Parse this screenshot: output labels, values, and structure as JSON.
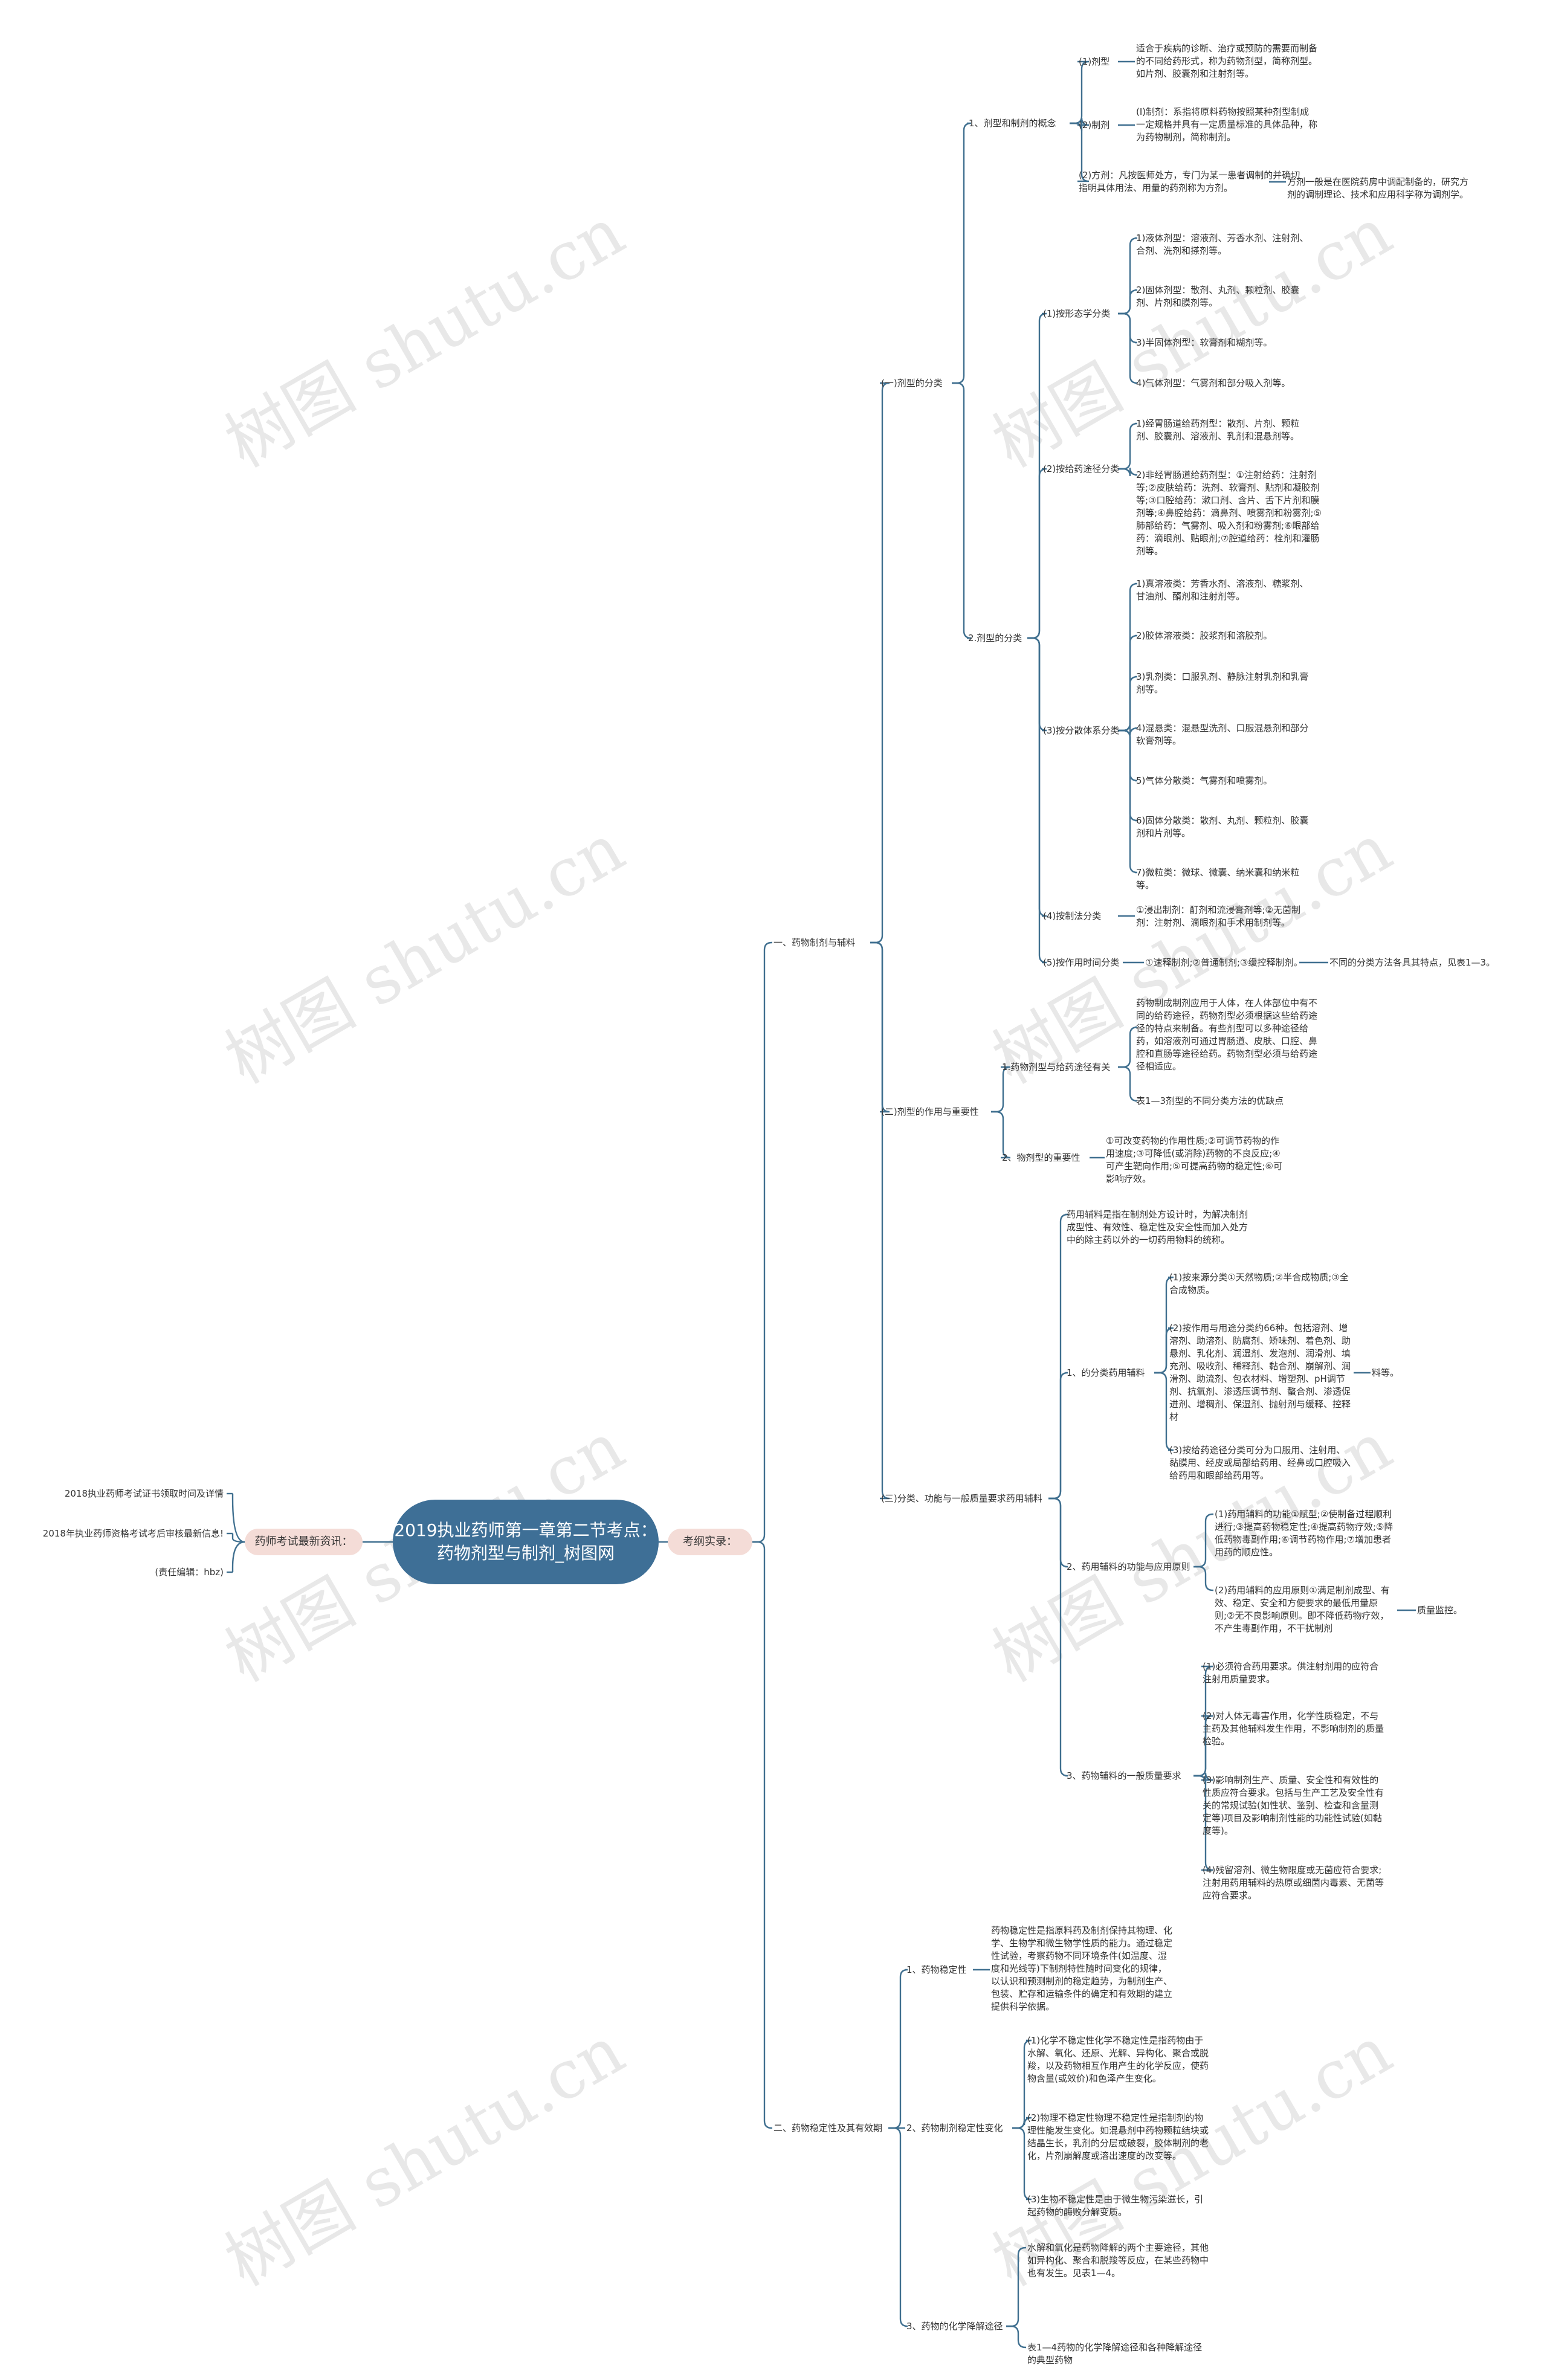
{
  "root": {
    "title": "2019执业药师第一章第二节考点：药物剂型与制剂_树图网"
  },
  "left": {
    "news_label": "药师考试最新资讯：",
    "news_items": [
      "2018执业药师考试证书领取时间及详情",
      "2018年执业药师资格考试考后审核最新信息!",
      "(责任编辑：hbz)"
    ]
  },
  "right": {
    "outline_label": "考纲实录："
  },
  "sec1": {
    "title": "一、药物制剂与辅料",
    "a": {
      "title": "(一)剂型的分类",
      "c1": {
        "title": "1、剂型和制剂的概念",
        "jixing": {
          "label": "(1)剂型",
          "text": "适合于疾病的诊断、治疗或预防的需要而制备的不同给药形式，称为药物剂型，简称剂型。如片剂、胶囊剂和注射剂等。"
        },
        "zhiji": {
          "label": "(2)制剂",
          "text": "(I)制剂：系指将原料药物按照某种剂型制成一定规格并具有一定质量标准的具体品种，称为药物制剂，简称制剂。"
        },
        "fangji": {
          "text": "(2)方剂：凡按医师处方，专门为某一患者调制的并确切指明具体用法、用量的药剂称为方剂。",
          "note": "方剂一般是在医院药房中调配制备的，研究方剂的调制理论、技术和应用科学称为调剂学。"
        }
      },
      "c2": {
        "title": "2.剂型的分类",
        "by_form": {
          "label": "(1)按形态学分类",
          "items": [
            "1)液体剂型：溶液剂、芳香水剂、注射剂、合剂、洗剂和搽剂等。",
            "2)固体剂型：散剂、丸剂、颗粒剂、胶囊剂、片剂和膜剂等。",
            "3)半固体剂型：软膏剂和糊剂等。",
            "4)气体剂型：气雾剂和部分吸入剂等。"
          ]
        },
        "by_route": {
          "label": "(2)按给药途径分类",
          "items": [
            "1)经胃肠道给药剂型：散剂、片剂、颗粒剂、胶囊剂、溶液剂、乳剂和混悬剂等。",
            "2)非经胃肠道给药剂型：①注射给药：注射剂等;②皮肤给药：洗剂、软膏剂、贴剂和凝胶剂等;③口腔给药：漱口剂、含片、舌下片剂和膜剂等;④鼻腔给药：滴鼻剂、喷雾剂和粉雾剂;⑤肺部给药：气雾剂、吸入剂和粉雾剂;⑥眼部给药：滴眼剂、贴眼剂;⑦腔道给药：栓剂和灌肠剂等。"
          ]
        },
        "by_disperse": {
          "label": "(3)按分散体系分类",
          "items": [
            "1)真溶液类：芳香水剂、溶液剂、糖浆剂、甘油剂、醑剂和注射剂等。",
            "2)胶体溶液类：胶浆剂和溶胶剂。",
            "3)乳剂类：口服乳剂、静脉注射乳剂和乳膏剂等。",
            "4)混悬类：混悬型洗剂、口服混悬剂和部分软膏剂等。",
            "5)气体分散类：气雾剂和喷雾剂。",
            "6)固体分散类：散剂、丸剂、颗粒剂、胶囊剂和片剂等。",
            "7)微粒类：微球、微囊、纳米囊和纳米粒等。"
          ]
        },
        "by_method": {
          "label": "(4)按制法分类",
          "text": "①浸出制剂：酊剂和流浸膏剂等;②无菌制剂：注射剂、滴眼剂和手术用制剂等。"
        },
        "by_action": {
          "label": "(5)按作用时间分类",
          "text": "①速释制剂;②普通制剂;③缓控释制剂。",
          "note": "不同的分类方法各具其特点，见表1—3。"
        }
      }
    },
    "b": {
      "title": "(二)剂型的作用与重要性",
      "c1": {
        "title": "1.药物剂型与给药途径有关",
        "text": "药物制成制剂应用于人体，在人体部位中有不同的给药途径，药物剂型必须根据这些给药途径的特点来制备。有些剂型可以多种途径给药，如溶液剂可通过胃肠道、皮肤、口腔、鼻腔和直肠等途径给药。药物剂型必须与给药途径相适应。",
        "table": "表1—3剂型的不同分类方法的优缺点"
      },
      "c2": {
        "title": "2、物剂型的重要性",
        "text": "①可改变药物的作用性质;②可调节药物的作用速度;③可降低(或消除)药物的不良反应;④可产生靶向作用;⑤可提高药物的稳定性;⑥可影响疗效。"
      }
    },
    "c": {
      "title": "(三)分类、功能与一般质量要求药用辅料",
      "intro": "药用辅料是指在制剂处方设计时，为解决制剂成型性、有效性、稳定性及安全性而加入处方中的除主药以外的一切药用物料的统称。",
      "c1": {
        "title": "1、的分类药用辅料",
        "items": [
          "(1)按来源分类①天然物质;②半合成物质;③全合成物质。",
          "(2)按作用与用途分类约66种。包括溶剂、增溶剂、助溶剂、防腐剂、矫味剂、着色剂、助悬剂、乳化剂、润湿剂、发泡剂、润滑剂、填充剂、吸收剂、稀释剂、黏合剂、崩解剂、润滑剂、助流剂、包衣材料、增塑剂、pH调节剂、抗氧剂、渗透压调节剂、螯合剂、渗透促进剂、增稠剂、保湿剂、抛射剂与缓释、控释材",
          "(3)按给药途径分类可分为口服用、注射用、黏膜用、经皮或局部给药用、经鼻或口腔吸入给药用和眼部给药用等。"
        ],
        "tail": "料等。"
      },
      "c2": {
        "title": "2、药用辅料的功能与应用原则",
        "items": [
          "(1)药用辅料的功能①赋型;②使制备过程顺利进行;③提高药物稳定性;④提高药物疗效;⑤降低药物毒副作用;⑥调节药物作用;⑦增加患者用药的顺应性。",
          "(2)药用辅料的应用原则①满足制剂成型、有效、稳定、安全和方便要求的最低用量原则;②无不良影响原则。即不降低药物疗效，不产生毒副作用，不干扰制剂"
        ],
        "tail": "质量监控。"
      },
      "c3": {
        "title": "3、药物辅料的一般质量要求",
        "items": [
          "(1)必须符合药用要求。供注射剂用的应符合注射用质量要求。",
          "(2)对人体无毒害作用，化学性质稳定，不与主药及其他辅料发生作用，不影响制剂的质量检验。",
          "(3)影响制剂生产、质量、安全性和有效性的性质应符合要求。包括与生产工艺及安全性有关的常规试验(如性状、鉴别、检查和含量测定等)项目及影响制剂性能的功能性试验(如黏度等)。",
          "(4)残留溶剂、微生物限度或无菌应符合要求;注射用药用辅料的热原或细菌内毒素、无菌等应符合要求。"
        ]
      }
    }
  },
  "sec2": {
    "title": "二、药物稳定性及其有效期",
    "c1": {
      "title": "1、药物稳定性",
      "text": "药物稳定性是指原料药及制剂保持其物理、化学、生物学和微生物学性质的能力。通过稳定性试验，考察药物不同环境条件(如温度、湿度和光线等)下制剂特性随时间变化的规律，以认识和预测制剂的稳定趋势，为制剂生产、包装、贮存和运输条件的确定和有效期的建立提供科学依据。"
    },
    "c2": {
      "title": "2、药物制剂稳定性变化",
      "items": [
        "(1)化学不稳定性化学不稳定性是指药物由于水解、氧化、还原、光解、异构化、聚合或脱羧，以及药物相互作用产生的化学反应，使药物含量(或效价)和色泽产生变化。",
        "(2)物理不稳定性物理不稳定性是指制剂的物理性能发生变化。如混悬剂中药物颗粒结块或结晶生长，乳剂的分层或破裂，胶体制剂的老化，片剂崩解度或溶出速度的改变等。",
        "(3)生物不稳定性是由于微生物污染滋长，引起药物的酶败分解变质。"
      ]
    },
    "c3": {
      "title": "3、药物的化学降解途径",
      "text": "水解和氧化是药物降解的两个主要途径，其他如异构化、聚合和脱羧等反应，在某些药物中也有发生。见表1—4。",
      "table": "表1—4药物的化学降解途径和各种降解途径的典型药物"
    }
  },
  "watermark": {
    "text": "树图 shutu.cn"
  }
}
